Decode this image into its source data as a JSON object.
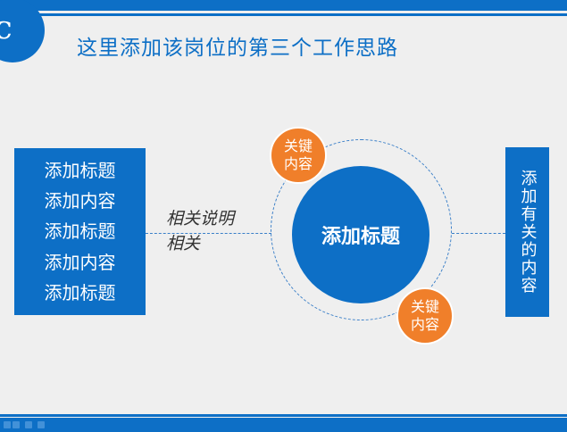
{
  "header": {
    "logo_letter": "C",
    "title": "这里添加该岗位的第三个工作思路"
  },
  "left_box": {
    "items": [
      "添加标题",
      "添加内容",
      "添加标题",
      "添加内容",
      "添加标题"
    ]
  },
  "connector": {
    "line1": "相关说明",
    "line2": "相关"
  },
  "center": {
    "label": "添加标题"
  },
  "badges": {
    "top": {
      "line1": "关键",
      "line2": "内容"
    },
    "bottom": {
      "line1": "关键",
      "line2": "内容"
    }
  },
  "right_box": {
    "text": "添加有关的内容"
  },
  "colors": {
    "primary": "#0d6fc6",
    "accent": "#f07f2a",
    "background": "#efefef"
  }
}
